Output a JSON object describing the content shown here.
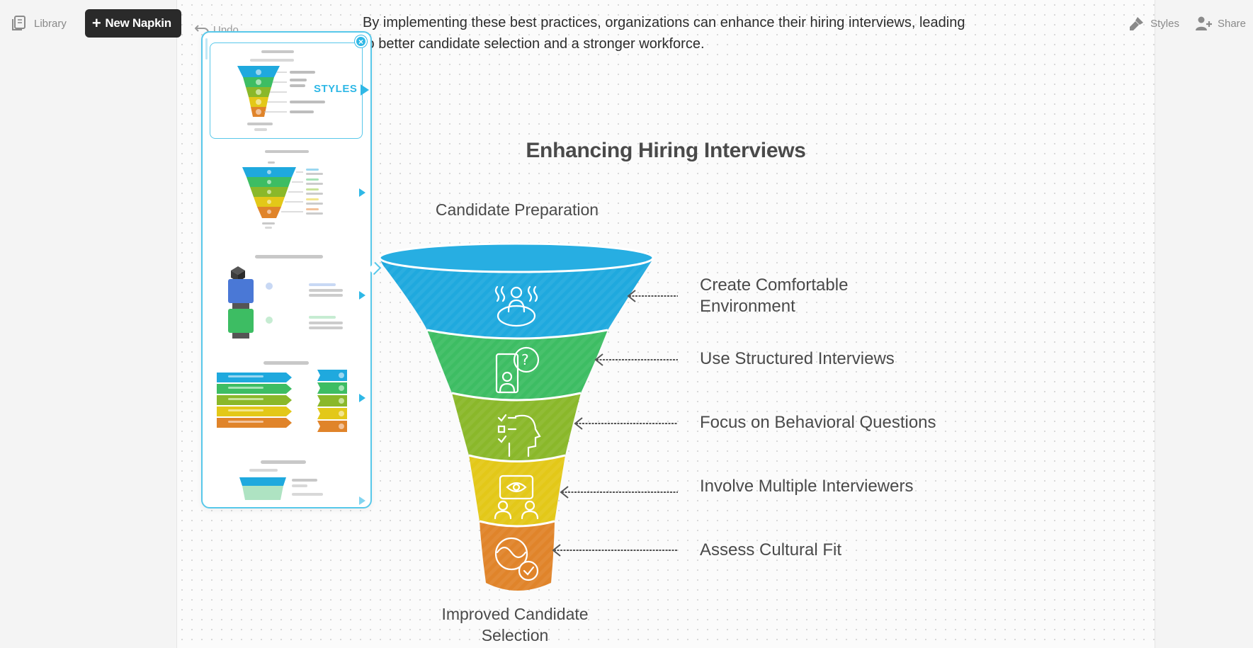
{
  "toolbar": {
    "library_label": "Library",
    "new_napkin_label": "New Napkin",
    "undo_label": "Undo",
    "styles_label": "Styles",
    "share_label": "Share"
  },
  "document": {
    "paragraph": "By implementing these best practices, organizations can enhance their hiring interviews, leading to better candidate selection and a stronger workforce."
  },
  "styles_panel": {
    "label": "STYLES"
  },
  "diagram": {
    "title": "Enhancing Hiring Interviews",
    "top_label": "Candidate Preparation",
    "bottom_label": "Improved Candidate Selection",
    "stages": [
      {
        "label": "Create Comfortable Environment",
        "color": "#1fa9de",
        "icon": "comfort-person-icon"
      },
      {
        "label": "Use Structured Interviews",
        "color": "#3dbd63",
        "icon": "question-document-icon"
      },
      {
        "label": "Focus on Behavioral Questions",
        "color": "#8ab82a",
        "icon": "checklist-head-icon"
      },
      {
        "label": "Involve Multiple Interviewers",
        "color": "#e3c818",
        "icon": "interviewers-eye-icon"
      },
      {
        "label": "Assess Cultural Fit",
        "color": "#e0842a",
        "icon": "culture-check-icon"
      }
    ]
  },
  "colors": {
    "accent": "#2fb8e6",
    "new_napkin_bg": "#2a2a2a"
  }
}
